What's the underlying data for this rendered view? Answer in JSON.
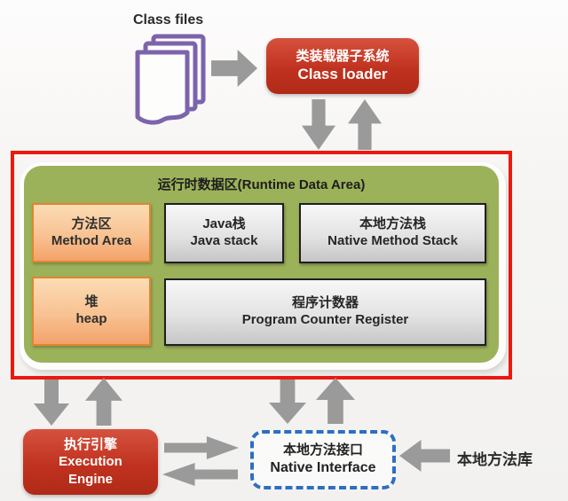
{
  "diagram": {
    "class_files": {
      "label": "Class files"
    },
    "class_loader": {
      "zh": "类装载器子系统",
      "en": "Class loader"
    },
    "runtime_data_area": {
      "title": "运行时数据区(Runtime Data Area)",
      "method_area": {
        "zh": "方法区",
        "en": "Method Area"
      },
      "java_stack": {
        "zh": "Java栈",
        "en": "Java stack"
      },
      "native_method_stack": {
        "zh": "本地方法栈",
        "en": "Native Method Stack"
      },
      "heap": {
        "zh": "堆",
        "en": "heap"
      },
      "program_counter_register": {
        "zh": "程序计数器",
        "en": "Program Counter Register"
      }
    },
    "execution_engine": {
      "zh": "执行引擎",
      "en_line1": "Execution",
      "en_line2": "Engine"
    },
    "native_interface": {
      "zh": "本地方法接口",
      "en": "Native Interface"
    },
    "native_method_library": {
      "label": "本地方法库"
    },
    "icons": {
      "class_files_icon": "stacked-documents",
      "flow_arrows": "solid-gray-block-arrow"
    },
    "colors": {
      "highlight_border_red": "#ea1a10",
      "red_box": "#c0321f",
      "runtime_area_green": "#9cb25a",
      "orange_box": "#f3a26a",
      "orange_border": "#e0862f",
      "gray_box_border": "#1f1f1f",
      "dashed_blue": "#2e6fc0",
      "arrow_gray": "#9a9a9a",
      "document_purple": "#7d63ab"
    }
  }
}
